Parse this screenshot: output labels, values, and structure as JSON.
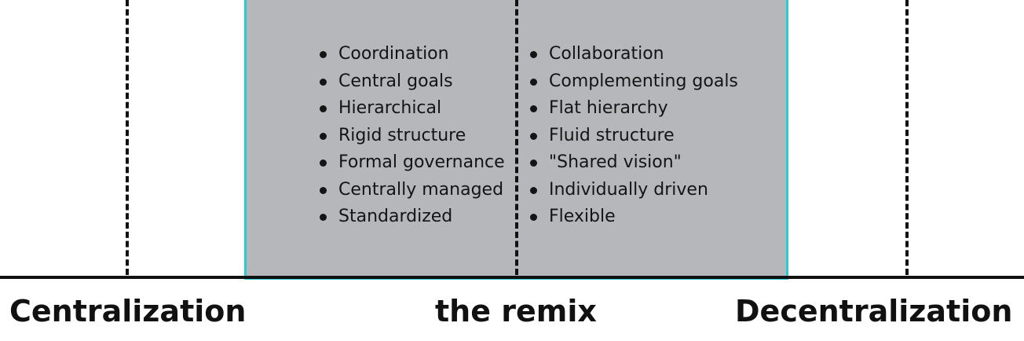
{
  "remix_box": {
    "left_items": [
      "Coordination",
      "Central goals",
      "Hierarchical",
      "Rigid structure",
      "Formal governance",
      "Centrally managed",
      "Standardized"
    ],
    "right_items": [
      "Collaboration",
      "Complementing goals",
      "Flat hierarchy",
      "Fluid structure",
      "\"Shared vision\"",
      "Individually driven",
      "Flexible"
    ]
  },
  "axis": {
    "left_label": "Centralization",
    "center_label": "the remix",
    "right_label": "Decentralization"
  },
  "colors": {
    "box_fill": "#b5b7ba",
    "box_border": "#2ccbd0",
    "line": "#111111"
  }
}
